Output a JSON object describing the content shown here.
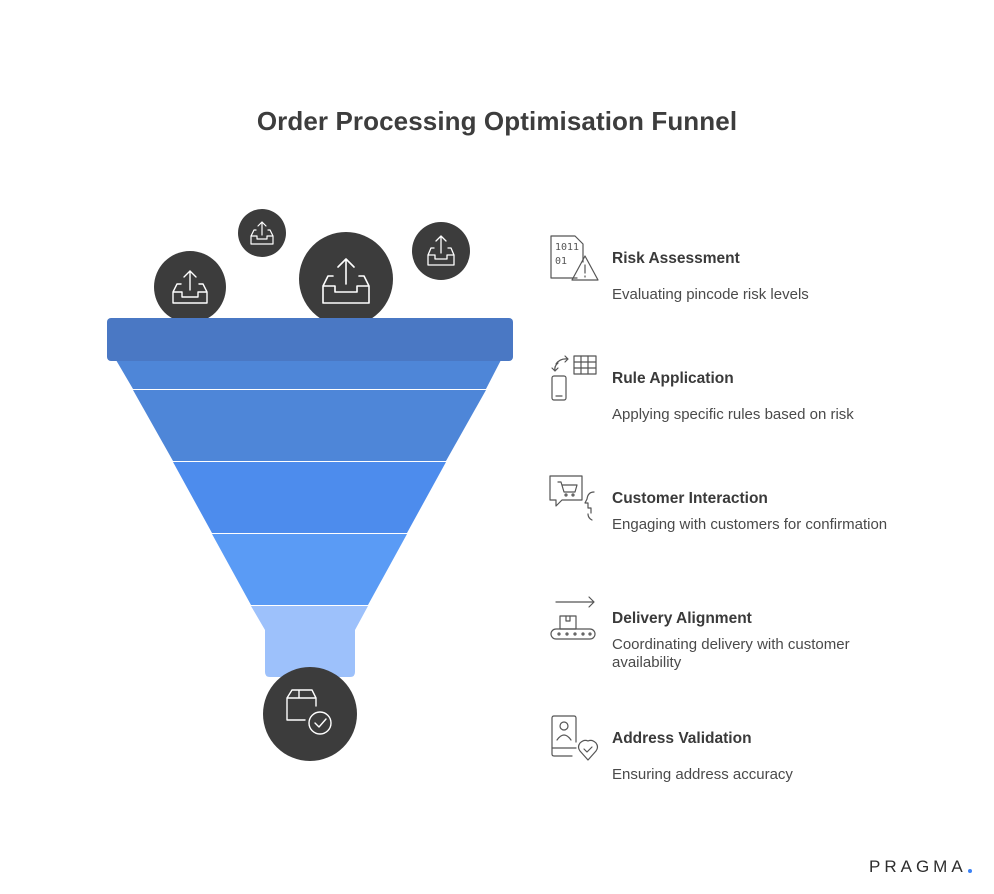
{
  "title": "Order Processing Optimisation Funnel",
  "brand": "PRAGMA",
  "colors": {
    "rim": "#4a78c4",
    "layer1": "#4e86d8",
    "layer2": "#4d8ced",
    "layer3": "#5a9bf5",
    "spout": "#9dc1fb",
    "circle": "#3c3c3c",
    "accent": "#3b82f6"
  },
  "input_icons": [
    "inbox-upload-icon",
    "inbox-upload-icon",
    "inbox-upload-icon",
    "inbox-upload-icon"
  ],
  "output_icon": "package-check-icon",
  "steps": [
    {
      "label": "Risk Assessment",
      "description": "Evaluating pincode risk levels",
      "icon": "binary-warning-icon"
    },
    {
      "label": "Rule Application",
      "description": "Applying specific rules based on risk",
      "icon": "phone-sync-table-icon"
    },
    {
      "label": "Customer Interaction",
      "description": "Engaging with customers for confirmation",
      "icon": "cart-chat-person-icon"
    },
    {
      "label": "Delivery Alignment",
      "description": "Coordinating delivery with customer availability",
      "icon": "conveyor-box-icon"
    },
    {
      "label": "Address Validation",
      "description": "Ensuring address accuracy",
      "icon": "profile-location-icon"
    }
  ]
}
